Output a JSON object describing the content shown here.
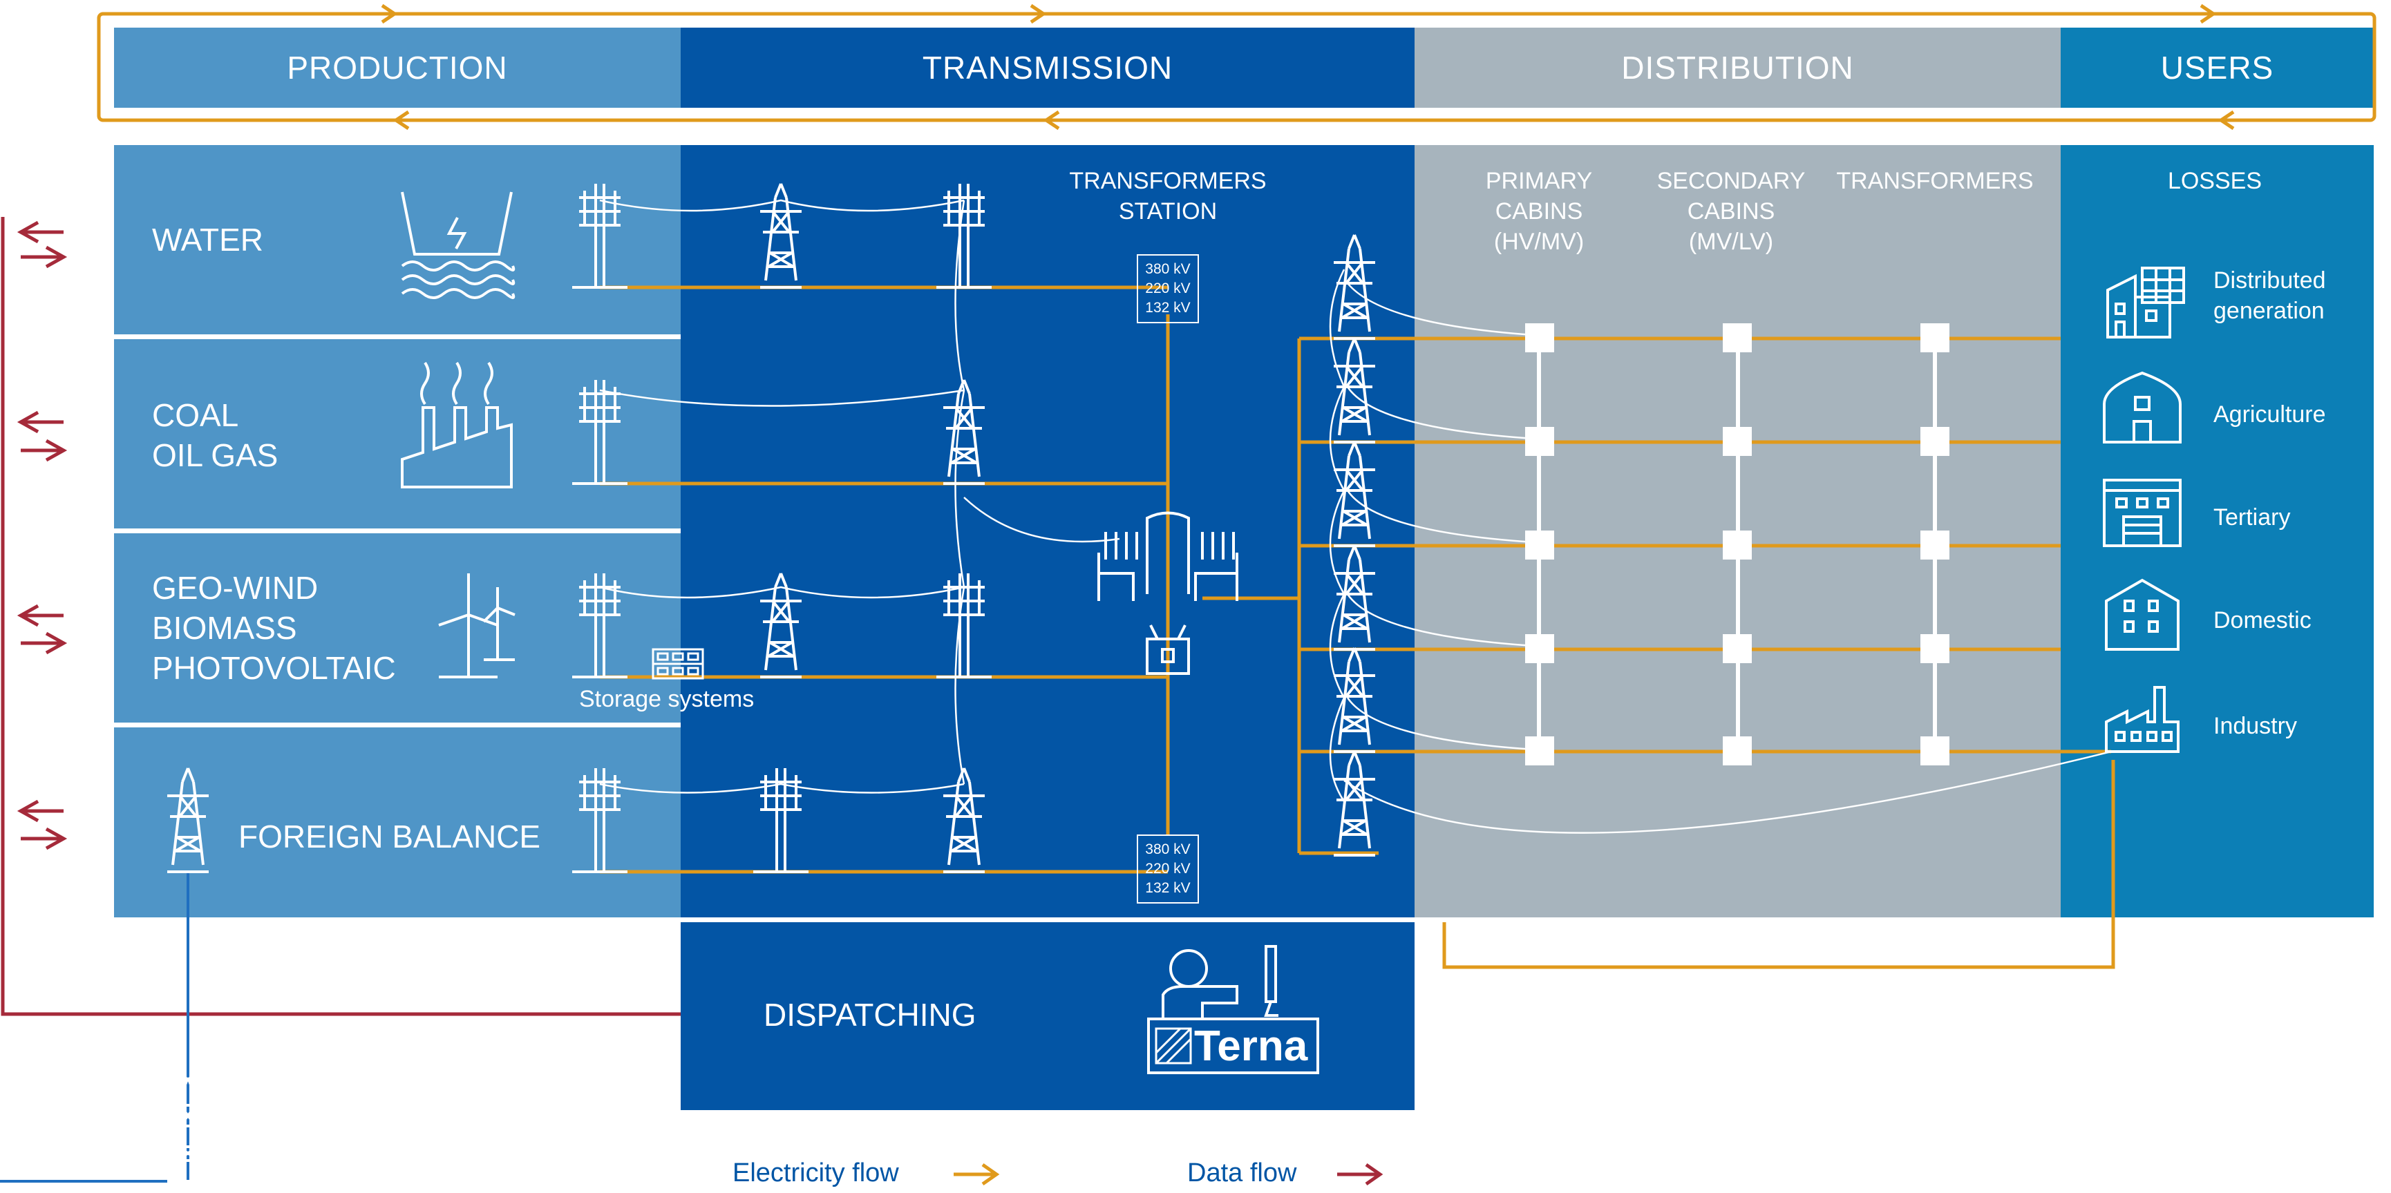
{
  "headers": {
    "production": "PRODUCTION",
    "transmission": "TRANSMISSION",
    "distribution": "DISTRIBUTION",
    "users": "USERS"
  },
  "sources": [
    {
      "label": "WATER",
      "icon": "hydro-dam-icon"
    },
    {
      "label": "COAL\nOIL GAS",
      "icon": "factory-chimneys-icon"
    },
    {
      "label": "GEO-WIND\nBIOMASS\nPHOTOVOLTAIC",
      "icon": "wind-turbine-icon"
    },
    {
      "label": "FOREIGN BALANCE",
      "icon": "pylon-icon"
    }
  ],
  "storage_label": "Storage systems",
  "transformers_station": "TRANSFORMERS\nSTATION",
  "voltages": [
    "380 kV",
    "220 kV",
    "132 kV"
  ],
  "distribution_columns": {
    "primary": "PRIMARY\nCABINS\n(HV/MV)",
    "secondary": "SECONDARY\nCABINS\n(MV/LV)",
    "transformers": "TRANSFORMERS"
  },
  "losses_label": "LOSSES",
  "users": [
    {
      "label": "Distributed\ngeneration",
      "icon": "solar-building-icon"
    },
    {
      "label": "Agriculture",
      "icon": "barn-icon"
    },
    {
      "label": "Tertiary",
      "icon": "office-icon"
    },
    {
      "label": "Domestic",
      "icon": "house-icon"
    },
    {
      "label": "Industry",
      "icon": "industry-icon"
    }
  ],
  "dispatching_label": "DISPATCHING",
  "terna_logo": "Terna",
  "legend": {
    "electricity": "Electricity flow",
    "data": "Data flow"
  },
  "colors": {
    "production": "#4f95c7",
    "transmission": "#0355a5",
    "distribution": "#a7b4bd",
    "users": "#0c7fb6",
    "electricity": "#e09a1c",
    "data": "#a52a3a"
  }
}
